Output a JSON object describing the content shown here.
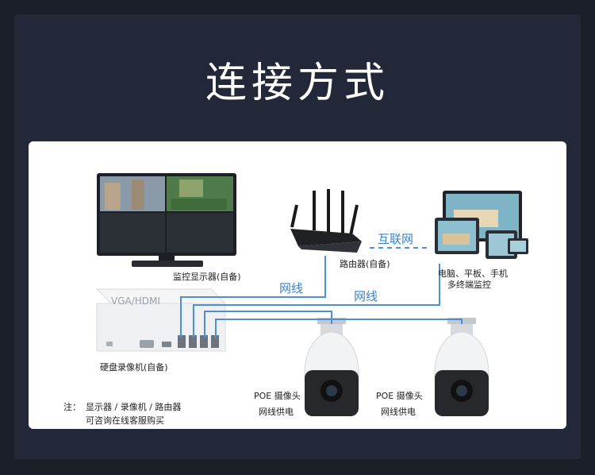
{
  "title": "连接方式",
  "labels": {
    "monitor": "监控显示器(自备)",
    "router": "路由器(自备)",
    "internet": "互联网",
    "devices_line1": "电脑、平板、手机",
    "devices_line2": "多终端监控",
    "vga": "VGA/HDMI",
    "net_cable_1": "网线",
    "net_cable_2": "网线",
    "nvr": "硬盘录像机(自备)",
    "camera1_name": "POE 摄像头",
    "camera1_power": "网线供电",
    "camera2_name": "POE 摄像头",
    "camera2_power": "网线供电",
    "note_prefix": "注：",
    "note_line1": "显示器 / 录像机 / 路由器",
    "note_line2": "可咨询在线客服购买"
  },
  "colors": {
    "cable": "#4f8fd1",
    "label_blue": "#3b82c4",
    "background": "#1b1f2a"
  }
}
